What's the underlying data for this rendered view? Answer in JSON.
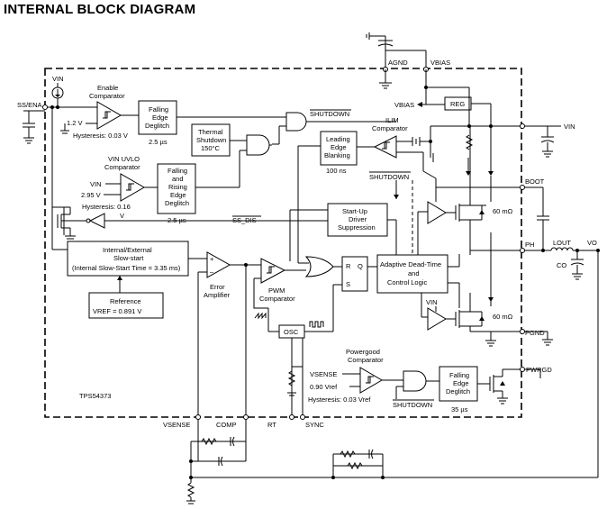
{
  "title": "INTERNAL BLOCK DIAGRAM",
  "part_number": "TPS54373",
  "pins": {
    "ss_ena": "SS/ENA",
    "agnd": "AGND",
    "vbias": "VBIAS",
    "vin": "VIN",
    "boot": "BOOT",
    "ph": "PH",
    "pgnd": "PGND",
    "pwrgd": "PWRGD",
    "vsense": "VSENSE",
    "comp": "COMP",
    "rt": "RT",
    "sync": "SYNC"
  },
  "blocks": {
    "enable_comparator": [
      "Enable",
      "Comparator"
    ],
    "falling_edge_deglitch_1": [
      "Falling",
      "Edge",
      "Deglitch"
    ],
    "deglitch_time_1": "2.5 µs",
    "thermal_shutdown": [
      "Thermal",
      "Shutdown",
      "150°C"
    ],
    "vin_uvlo_comparator": [
      "VIN UVLO",
      "Comparator"
    ],
    "falling_rising_deglitch": [
      "Falling",
      "and",
      "Rising",
      "Edge",
      "Deglitch"
    ],
    "deglitch_time_2": "2.5 µs",
    "leading_edge_blanking": [
      "Leading",
      "Edge",
      "Blanking"
    ],
    "blanking_time": "100 ns",
    "ilim_comparator": [
      "ILIM",
      "Comparator"
    ],
    "reg": "REG",
    "startup_driver": [
      "Start-Up",
      "Driver",
      "Suppression"
    ],
    "slow_start": [
      "Internal/External",
      "Slow-start",
      "(Internal Slow-Start Time = 3.35 ms)"
    ],
    "reference": [
      "Reference",
      "VREF = 0.891 V"
    ],
    "error_amplifier": [
      "Error",
      "Amplifier"
    ],
    "pwm_comparator": [
      "PWM",
      "Comparator"
    ],
    "osc": "OSC",
    "adaptive_dead_time": [
      "Adaptive Dead-Time",
      "and",
      "Control Logic"
    ],
    "powergood_comparator": [
      "Powergood",
      "Comparator"
    ],
    "falling_edge_deglitch_3": [
      "Falling",
      "Edge",
      "Deglitch"
    ],
    "deglitch_time_3": "35 µs",
    "latch_r": "R",
    "latch_s": "S",
    "latch_q": "Q"
  },
  "labels": {
    "v_1_2": "1.2 V",
    "hysteresis_1": "Hysteresis: 0.03 V",
    "vin_2_95": "2.95 V",
    "vin_label": "VIN",
    "hysteresis_2": "Hysteresis: 0.16",
    "v_label": "V",
    "shutdown_1": "SHUTDOWN",
    "shutdown_2": "SHUTDOWN",
    "shutdown_3": "SHUTDOWN",
    "ss_dis": "SS_DIS",
    "vbias_internal": "VBIAS",
    "r_60_high": "60 mΩ",
    "r_60_low": "60 mΩ",
    "vin_low_driver": "VIN",
    "vsense_pg": "VSENSE",
    "pg_ref": "0.90 Vref",
    "pg_hysteresis": "Hysteresis: 0.03 Vref",
    "lout": "LOUT",
    "vo": "VO",
    "co": "CO",
    "vin_top": "VIN"
  }
}
